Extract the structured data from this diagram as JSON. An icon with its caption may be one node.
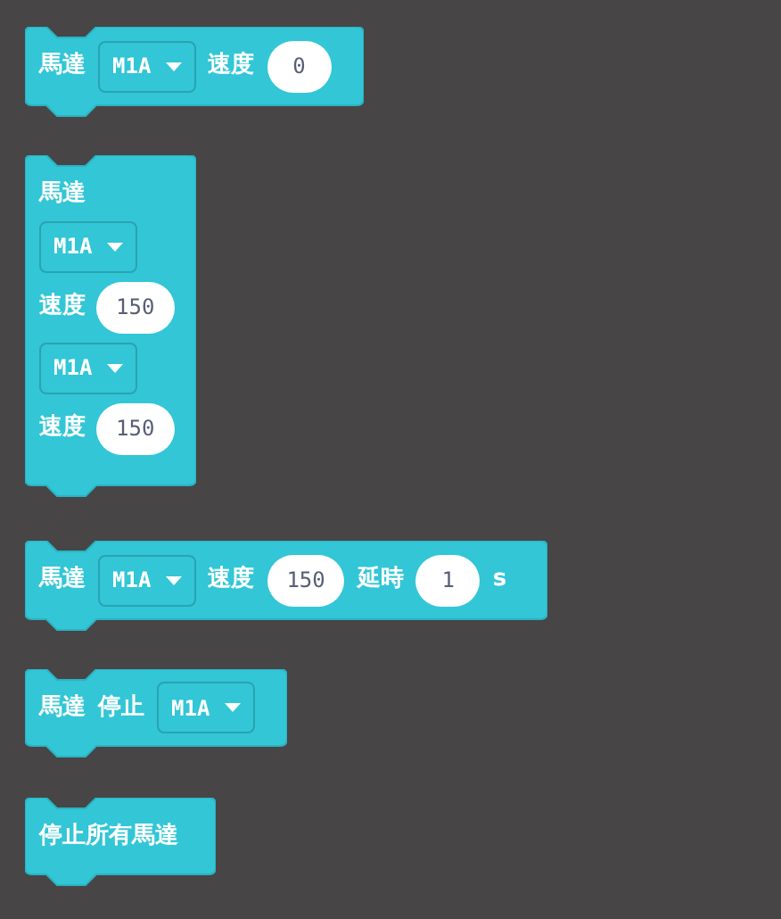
{
  "diagram": {
    "nodes": [
      {
        "text": [
          "馬達",
          "速度"
        ]
      },
      {
        "text": [
          "M1A"
        ],
        "in": 0
      },
      {
        "text": [
          "0"
        ],
        "in": 0
      },
      {
        "text": [
          "馬達",
          "速度",
          "速度"
        ]
      },
      {
        "text": [
          "M1A"
        ],
        "in": 3
      },
      {
        "text": [
          "150"
        ],
        "in": 3
      },
      {
        "text": [
          "M1A"
        ],
        "in": 3
      },
      {
        "text": [
          "150"
        ],
        "in": 3
      },
      {
        "text": [
          "馬達",
          "速度",
          "延時",
          "s"
        ]
      },
      {
        "text": [
          "M1A"
        ],
        "in": 8
      },
      {
        "text": [
          "150"
        ],
        "in": 8
      },
      {
        "text": [
          "1"
        ],
        "in": 8
      },
      {
        "text": [
          "馬達",
          "停止"
        ]
      },
      {
        "text": [
          "M1A"
        ],
        "in": 12
      },
      {
        "text": [
          "停止所有馬達"
        ]
      }
    ]
  }
}
